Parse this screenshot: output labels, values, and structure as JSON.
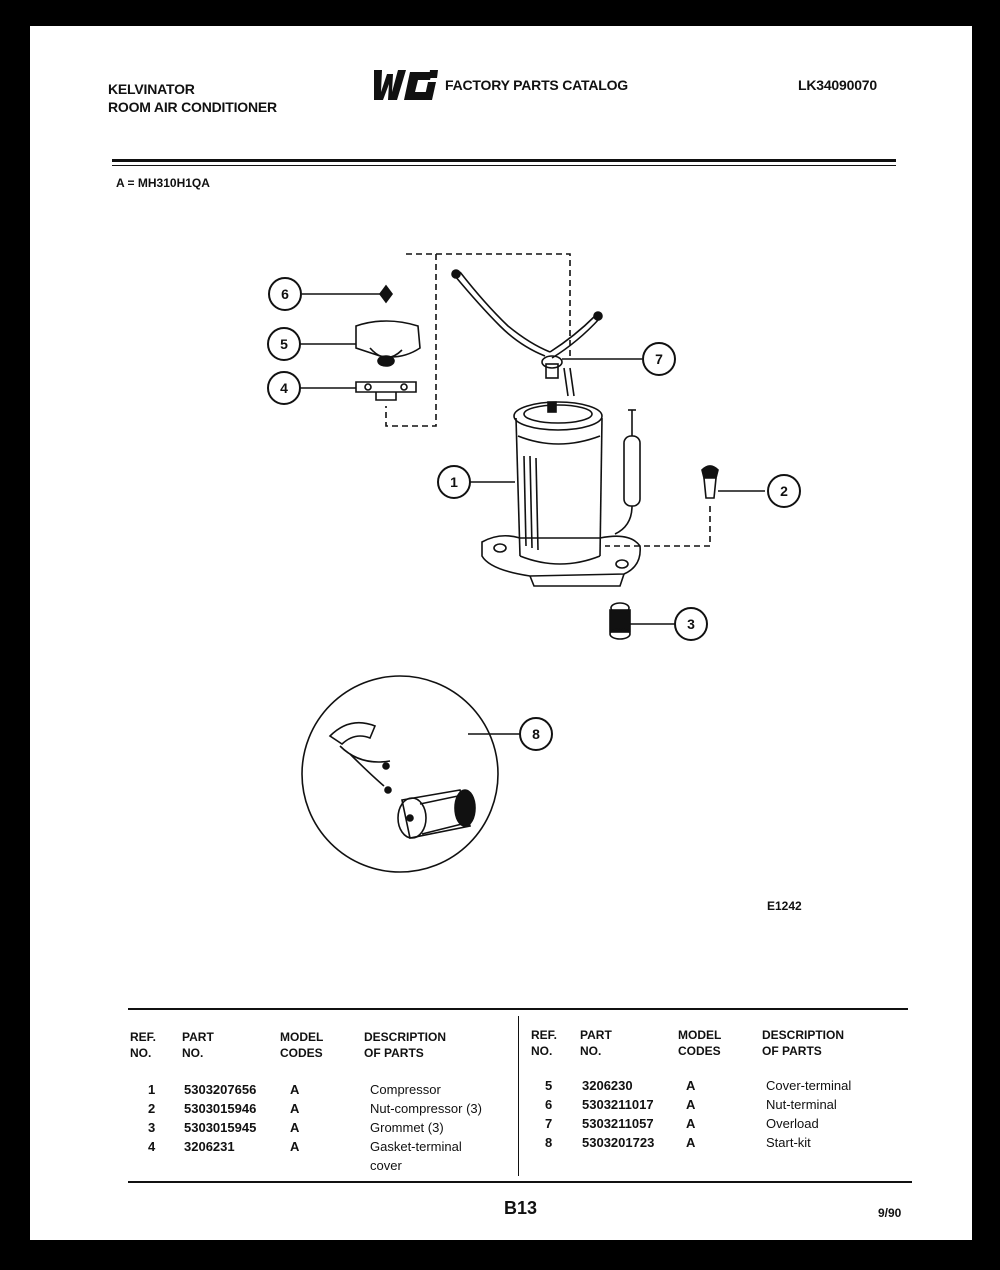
{
  "header": {
    "brand": "KELVINATOR",
    "product": "ROOM AIR CONDITIONER",
    "logo_text": "WCI",
    "catalog_title": "FACTORY PARTS CATALOG",
    "catalog_number": "LK34090070"
  },
  "model_line": "A = MH310H1QA",
  "diagram": {
    "callouts": [
      "1",
      "2",
      "3",
      "4",
      "5",
      "6",
      "7",
      "8"
    ],
    "figure_code": "E1242"
  },
  "table": {
    "headers": {
      "ref": [
        "REF.",
        "NO."
      ],
      "part": [
        "PART",
        "NO."
      ],
      "model": [
        "MODEL",
        "CODES"
      ],
      "desc": [
        "DESCRIPTION",
        "OF PARTS"
      ]
    },
    "left_rows": [
      {
        "ref": "1",
        "part": "5303207656",
        "model": "A",
        "desc": "Compressor"
      },
      {
        "ref": "2",
        "part": "5303015946",
        "model": "A",
        "desc": "Nut-compressor (3)"
      },
      {
        "ref": "3",
        "part": "5303015945",
        "model": "A",
        "desc": "Grommet (3)"
      },
      {
        "ref": "4",
        "part": "3206231",
        "model": "A",
        "desc": "Gasket-terminal",
        "desc2": "cover"
      }
    ],
    "right_rows": [
      {
        "ref": "5",
        "part": "3206230",
        "model": "A",
        "desc": "Cover-terminal"
      },
      {
        "ref": "6",
        "part": "5303211017",
        "model": "A",
        "desc": "Nut-terminal"
      },
      {
        "ref": "7",
        "part": "5303211057",
        "model": "A",
        "desc": "Overload"
      },
      {
        "ref": "8",
        "part": "5303201723",
        "model": "A",
        "desc": "Start-kit"
      }
    ]
  },
  "footer": {
    "page": "B13",
    "date": "9/90"
  }
}
